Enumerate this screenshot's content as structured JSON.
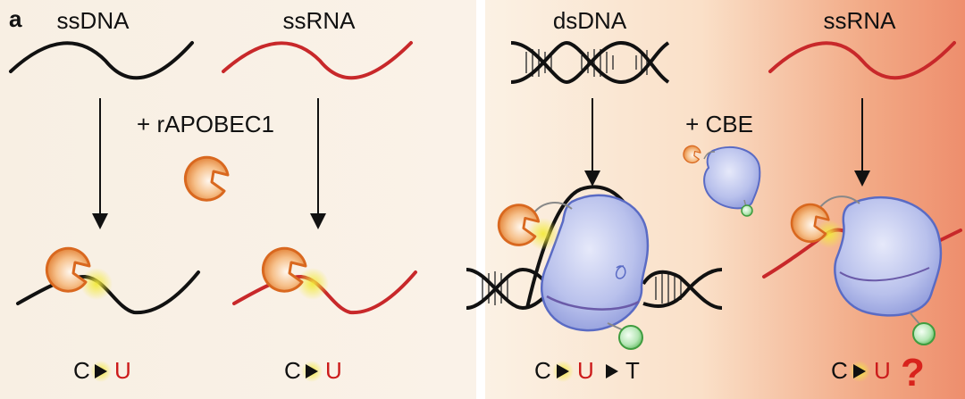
{
  "panel_letter": "a",
  "left": {
    "ssdna_label": "ssDNA",
    "ssrna_label": "ssRNA",
    "enzyme_label": "+ rAPOBEC1",
    "dna_result": {
      "from": "C",
      "to": "U"
    },
    "rna_result": {
      "from": "C",
      "to": "U"
    }
  },
  "right": {
    "dsdna_label": "dsDNA",
    "ssrna_label": "ssRNA",
    "enzyme_label": "+ CBE",
    "dna_result": {
      "from": "C",
      "mid": "U",
      "to": "T"
    },
    "rna_result": {
      "from": "C",
      "to": "U",
      "query": "?"
    }
  },
  "colors": {
    "dna": "#111111",
    "rna": "#c8282a",
    "deaminase_orange": "#e07a2c",
    "cas9_blue": "#7f8fd6",
    "ugi_green": "#4caf50",
    "highlight_yellow": "#f3ea3a"
  },
  "icons": [
    "deaminase-icon",
    "cas9-icon",
    "ugi-icon",
    "arrowhead-icon"
  ]
}
